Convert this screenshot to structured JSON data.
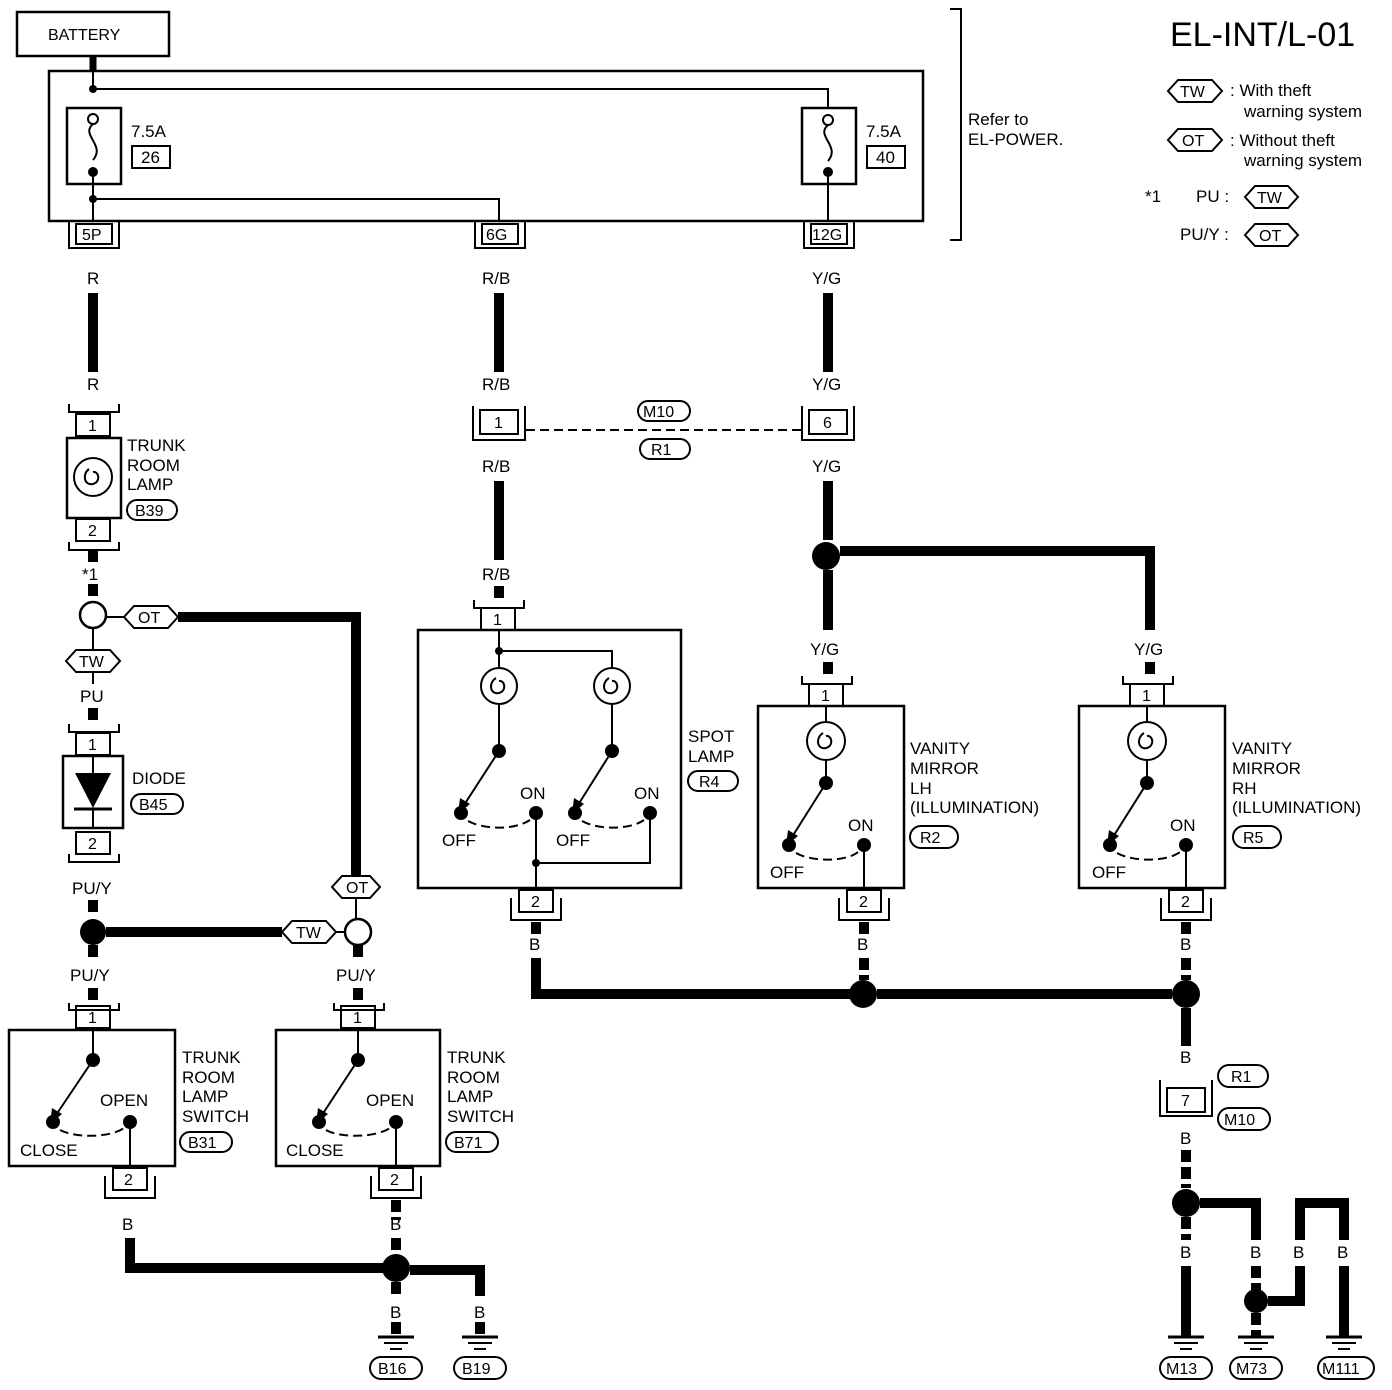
{
  "title": "EL-INT/L-01",
  "battery": "BATTERY",
  "refer_note": [
    "Refer to",
    "EL-POWER."
  ],
  "legend": {
    "tw_code": "TW",
    "tw_text": [
      ": With theft",
      "warning system"
    ],
    "ot_code": "OT",
    "ot_text": [
      ": Without theft",
      "warning system"
    ],
    "star_note": "*1",
    "pu_label": "PU :",
    "puy_label": "PU/Y :"
  },
  "fuses": [
    {
      "rating": "7.5A",
      "number": "26"
    },
    {
      "rating": "7.5A",
      "number": "40"
    }
  ],
  "fuse_block_terminals": [
    "5P",
    "6G",
    "12G"
  ],
  "wire_colors": {
    "r": "R",
    "rb": "R/B",
    "yg": "Y/G",
    "pu": "PU",
    "puy": "PU/Y",
    "b": "B"
  },
  "connectors": {
    "m10": "M10",
    "r1": "R1",
    "pin1": "1",
    "pin6": "6",
    "pin7": "7",
    "pin2": "2"
  },
  "components": {
    "trunk_lamp": {
      "name": [
        "TRUNK",
        "ROOM",
        "LAMP"
      ],
      "code": "B39"
    },
    "diode": {
      "name": "DIODE",
      "code": "B45"
    },
    "spot_lamp": {
      "name": [
        "SPOT",
        "LAMP"
      ],
      "code": "R4"
    },
    "vanity_lh": {
      "name": [
        "VANITY",
        "MIRROR",
        "LH",
        "(ILLUMINATION)"
      ],
      "code": "R2"
    },
    "vanity_rh": {
      "name": [
        "VANITY",
        "MIRROR",
        "RH",
        "(ILLUMINATION)"
      ],
      "code": "R5"
    },
    "trunk_switch_1": {
      "name": [
        "TRUNK",
        "ROOM",
        "LAMP",
        "SWITCH"
      ],
      "code": "B31"
    },
    "trunk_switch_2": {
      "name": [
        "TRUNK",
        "ROOM",
        "LAMP",
        "SWITCH"
      ],
      "code": "B71"
    }
  },
  "switch_states": {
    "off": "OFF",
    "on": "ON",
    "open": "OPEN",
    "close": "CLOSE"
  },
  "grounds": [
    "B16",
    "B19",
    "M13",
    "M73",
    "M111"
  ]
}
